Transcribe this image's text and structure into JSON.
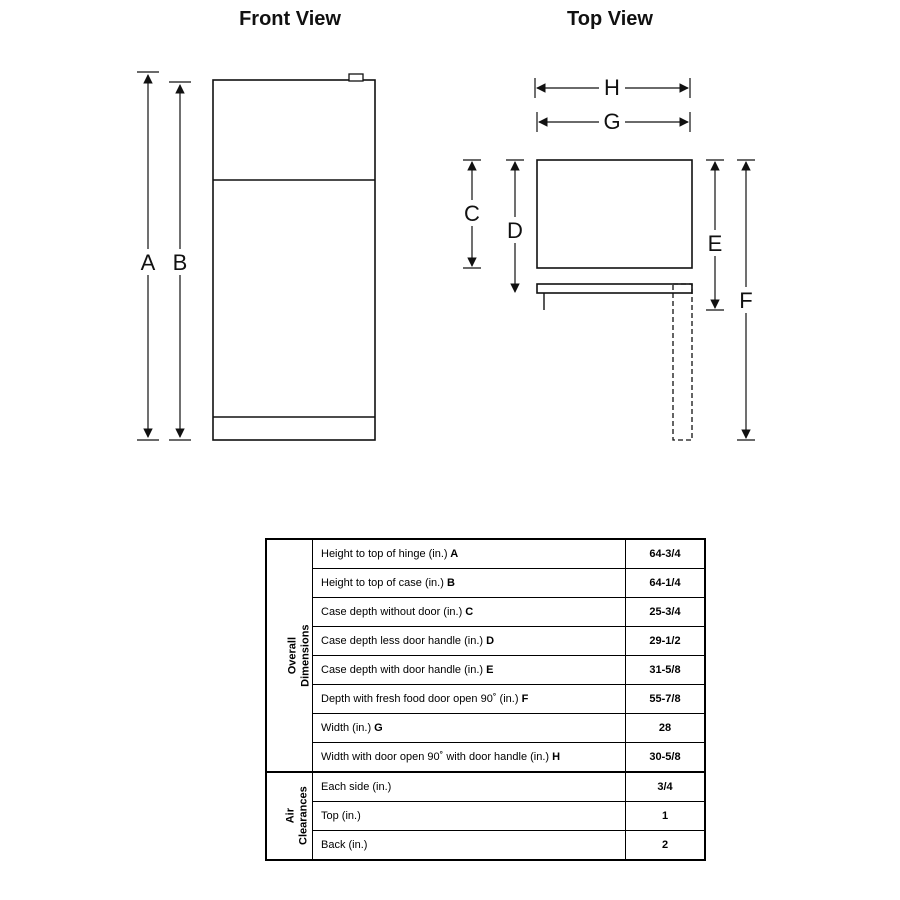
{
  "front_view": {
    "title": "Front View",
    "dimension_labels": {
      "A": "A",
      "B": "B"
    }
  },
  "top_view": {
    "title": "Top View",
    "dimension_labels": {
      "C": "C",
      "D": "D",
      "E": "E",
      "F": "F",
      "G": "G",
      "H": "H"
    }
  },
  "spec_table": {
    "groups": [
      {
        "header_lines": [
          "Overall",
          "Dimensions"
        ],
        "rows": [
          {
            "label": "Height to top of hinge (in.)",
            "letter": "A",
            "value": "64-3/4"
          },
          {
            "label": "Height to top of case (in.)",
            "letter": "B",
            "value": "64-1/4"
          },
          {
            "label": "Case depth without door (in.)",
            "letter": "C",
            "value": "25-3/4"
          },
          {
            "label": "Case depth less door handle (in.)",
            "letter": "D",
            "value": "29-1/2"
          },
          {
            "label": "Case depth with door handle (in.)",
            "letter": "E",
            "value": "31-5/8"
          },
          {
            "label": "Depth with fresh food door open 90˚ (in.)",
            "letter": "F",
            "value": "55-7/8"
          },
          {
            "label": "Width (in.)",
            "letter": "G",
            "value": "28"
          },
          {
            "label": "Width with door open 90˚ with door handle (in.)",
            "letter": "H",
            "value": "30-5/8"
          }
        ]
      },
      {
        "header_lines": [
          "Air",
          "Clearances"
        ],
        "rows": [
          {
            "label": "Each side (in.)",
            "letter": "",
            "value": "3/4"
          },
          {
            "label": "Top (in.)",
            "letter": "",
            "value": "1"
          },
          {
            "label": "Back (in.)",
            "letter": "",
            "value": "2"
          }
        ]
      }
    ]
  }
}
